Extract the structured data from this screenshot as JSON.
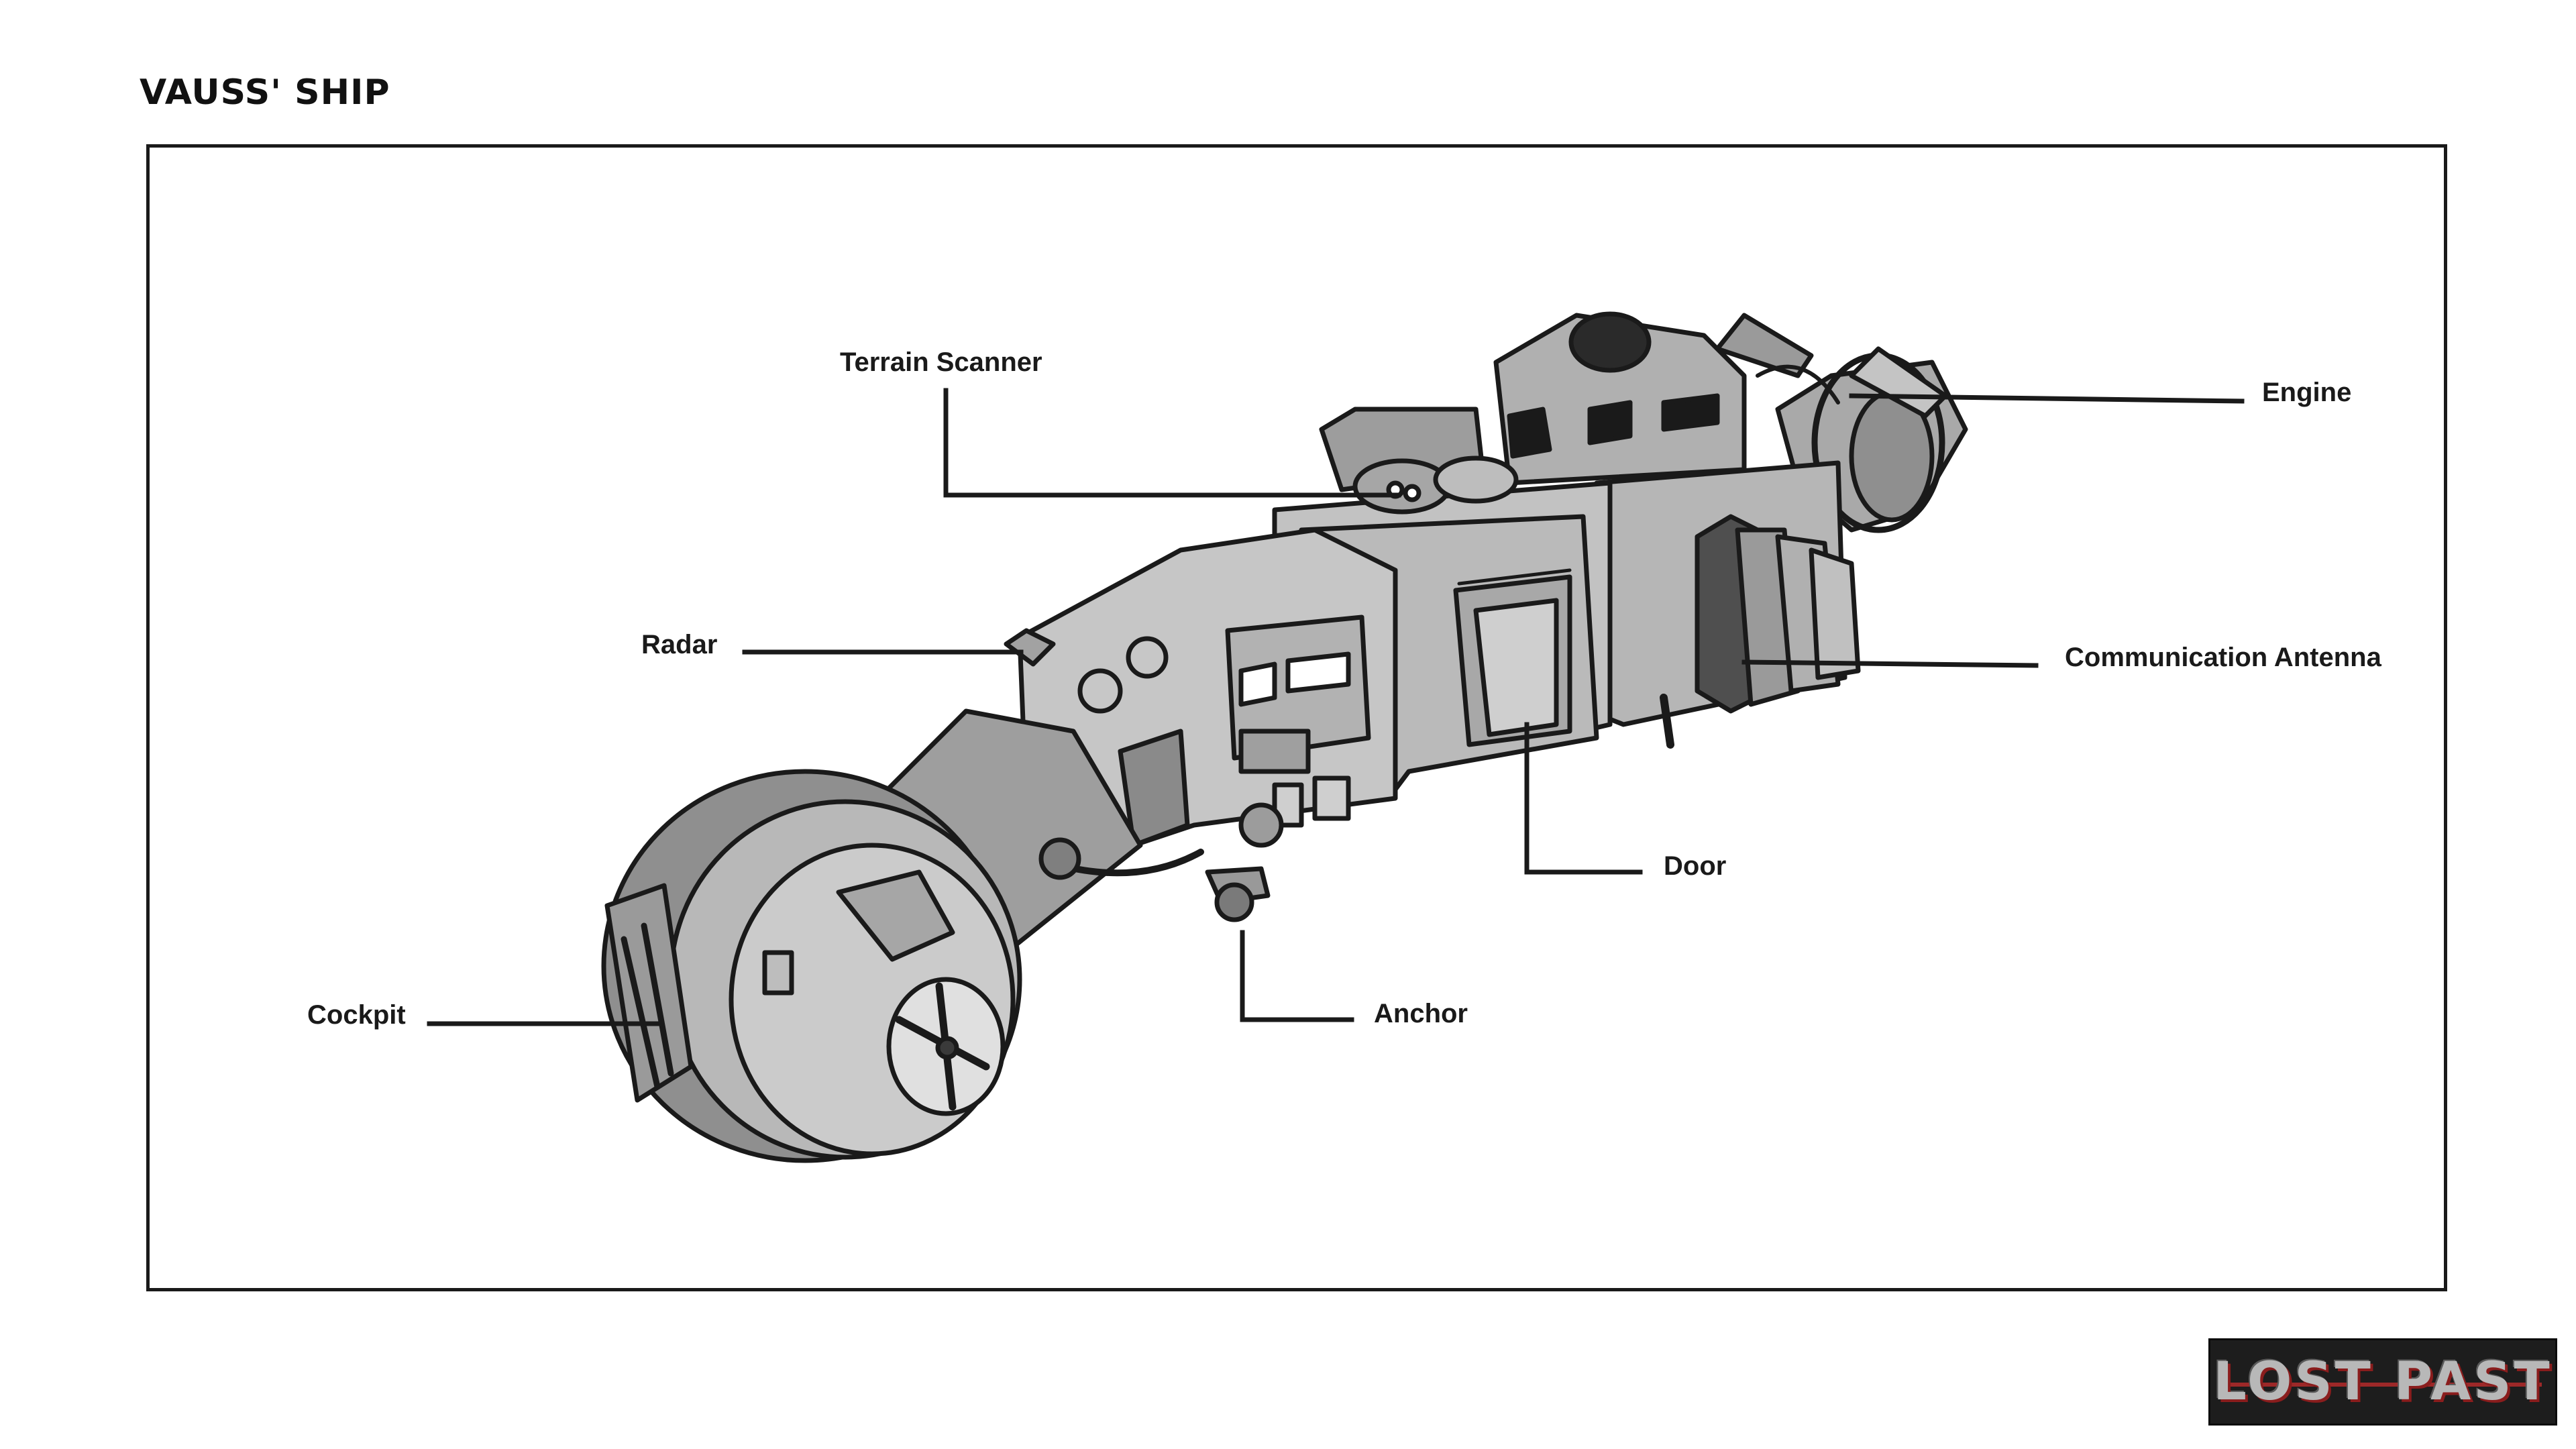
{
  "page": {
    "title": "VAUSS' SHIP"
  },
  "callouts": {
    "terrain_scanner": "Terrain Scanner",
    "engine": "Engine",
    "radar": "Radar",
    "communication_antenna": "Communication Antenna",
    "door": "Door",
    "cockpit": "Cockpit",
    "anchor": "Anchor"
  },
  "logo": {
    "text": "LOST PAST"
  },
  "colors": {
    "line": "#1a1a1a",
    "hull": "#b9b9b9",
    "hull_dark": "#7d7d7d",
    "hull_light": "#d6d6d6",
    "logo_bg": "#1d1d1d",
    "logo_accent": "#b42a2a"
  }
}
